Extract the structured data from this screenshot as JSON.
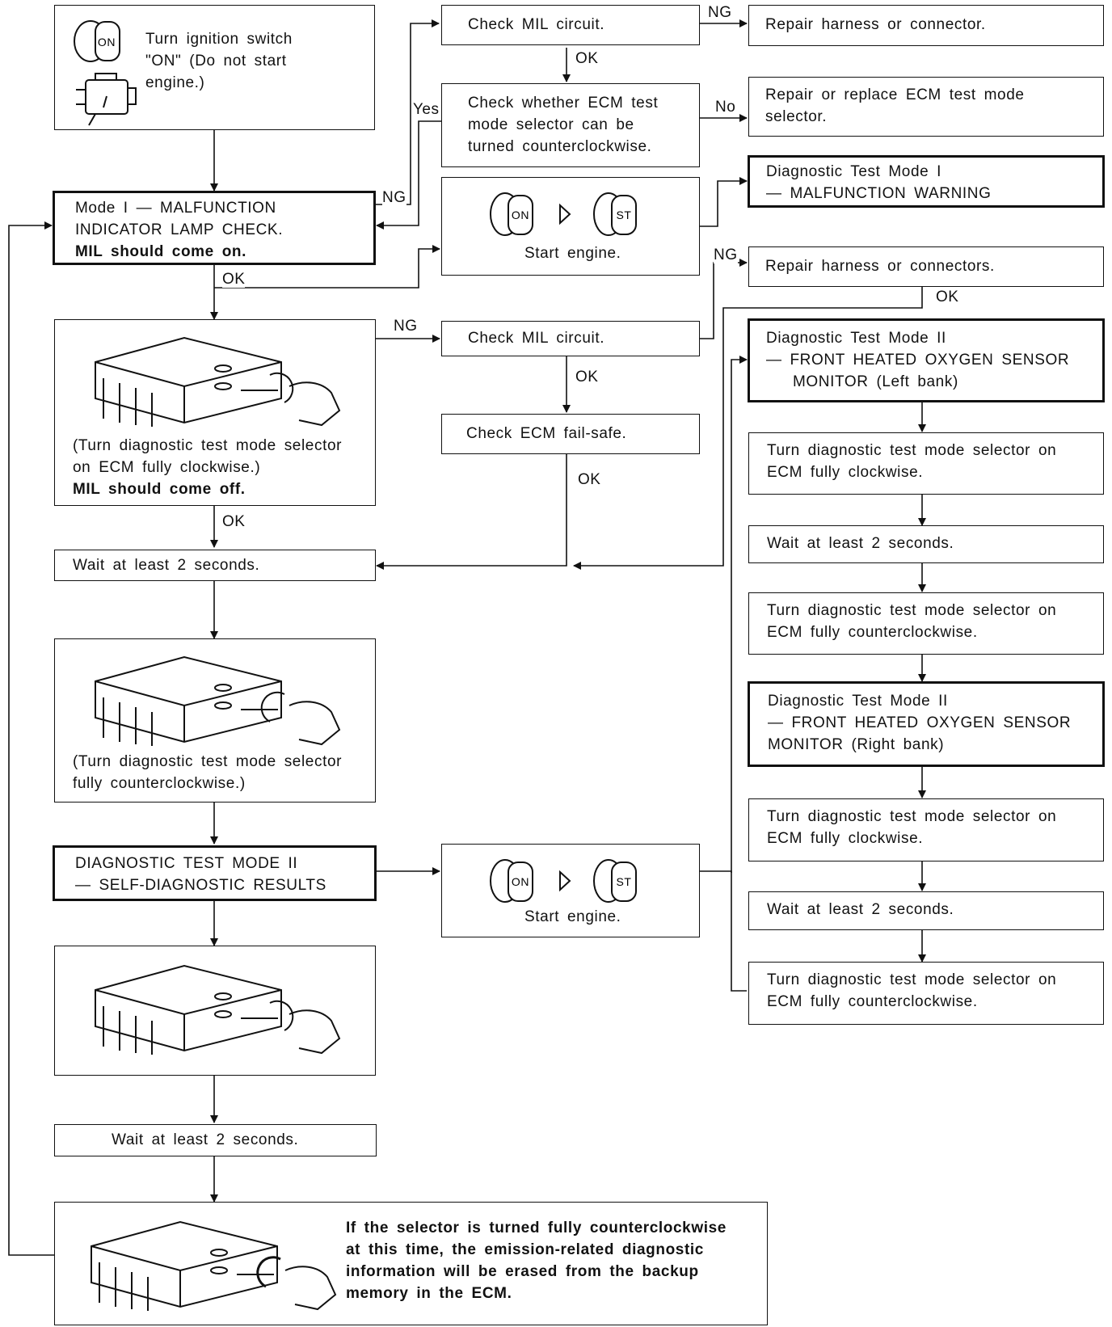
{
  "boxes": {
    "ignition_on": [
      "Turn ignition switch",
      "\"ON\" (Do not start",
      "engine.)"
    ],
    "mode1_check": [
      "Mode I — MALFUNCTION",
      "INDICATOR LAMP CHECK."
    ],
    "mode1_check_bold": "MIL should come on.",
    "check_mil_1": "Check MIL circuit.",
    "repair_harness_1": "Repair harness or connector.",
    "check_selector": [
      "Check whether ECM test",
      "mode selector can be",
      "turned counterclockwise."
    ],
    "repair_selector": [
      "Repair or replace ECM test mode",
      "selector."
    ],
    "start_engine_1": "Start engine.",
    "mode1_warning": [
      "Diagnostic Test Mode I",
      "— MALFUNCTION WARNING"
    ],
    "repair_harness_2": "Repair harness or connectors.",
    "turn_cw_1": [
      "(Turn diagnostic test mode selector",
      "on ECM fully clockwise.)"
    ],
    "turn_cw_1_bold": "MIL should come off.",
    "check_mil_2": "Check MIL circuit.",
    "check_failsafe": "Check ECM fail-safe.",
    "wait_1": "Wait at least 2 seconds.",
    "turn_ccw_1": [
      "(Turn diagnostic test mode selector",
      "fully counterclockwise.)"
    ],
    "mode2_results": [
      "DIAGNOSTIC TEST MODE II",
      "— SELF-DIAGNOSTIC RESULTS"
    ],
    "start_engine_2": "Start engine.",
    "wait_2": "Wait at least 2 seconds.",
    "final_note": [
      "If the selector is turned fully counterclockwise",
      "at this time, the emission-related diagnostic",
      "information will be erased from the backup",
      "memory in the ECM."
    ],
    "o2_left": [
      "Diagnostic Test Mode II",
      "— FRONT HEATED OXYGEN SENSOR",
      "MONITOR (Left bank)"
    ],
    "right_cw_1": [
      "Turn diagnostic test mode selector on",
      "ECM fully clockwise."
    ],
    "right_wait_1": "Wait at least 2 seconds.",
    "right_ccw_1": [
      "Turn diagnostic test mode selector on",
      "ECM fully counterclockwise."
    ],
    "o2_right": [
      "Diagnostic Test Mode II",
      "— FRONT HEATED OXYGEN SENSOR",
      "MONITOR (Right bank)"
    ],
    "right_cw_2": [
      "Turn diagnostic test mode selector on",
      "ECM fully clockwise."
    ],
    "right_wait_2": "Wait at least 2 seconds.",
    "right_ccw_2": [
      "Turn diagnostic test mode selector on",
      "ECM fully counterclockwise."
    ]
  },
  "labels": {
    "ng_top": "NG",
    "ok_top": "OK",
    "yes": "Yes",
    "no": "No",
    "ng_mode1": "NG",
    "ok_mode1": "OK",
    "ng_right": "NG",
    "ok_right": "OK",
    "ng_mid": "NG",
    "ok_mil2": "OK",
    "ok_failsafe": "OK",
    "ok_turn": "OK"
  },
  "icons": {
    "key_on": "ON",
    "key_st": "ST"
  }
}
